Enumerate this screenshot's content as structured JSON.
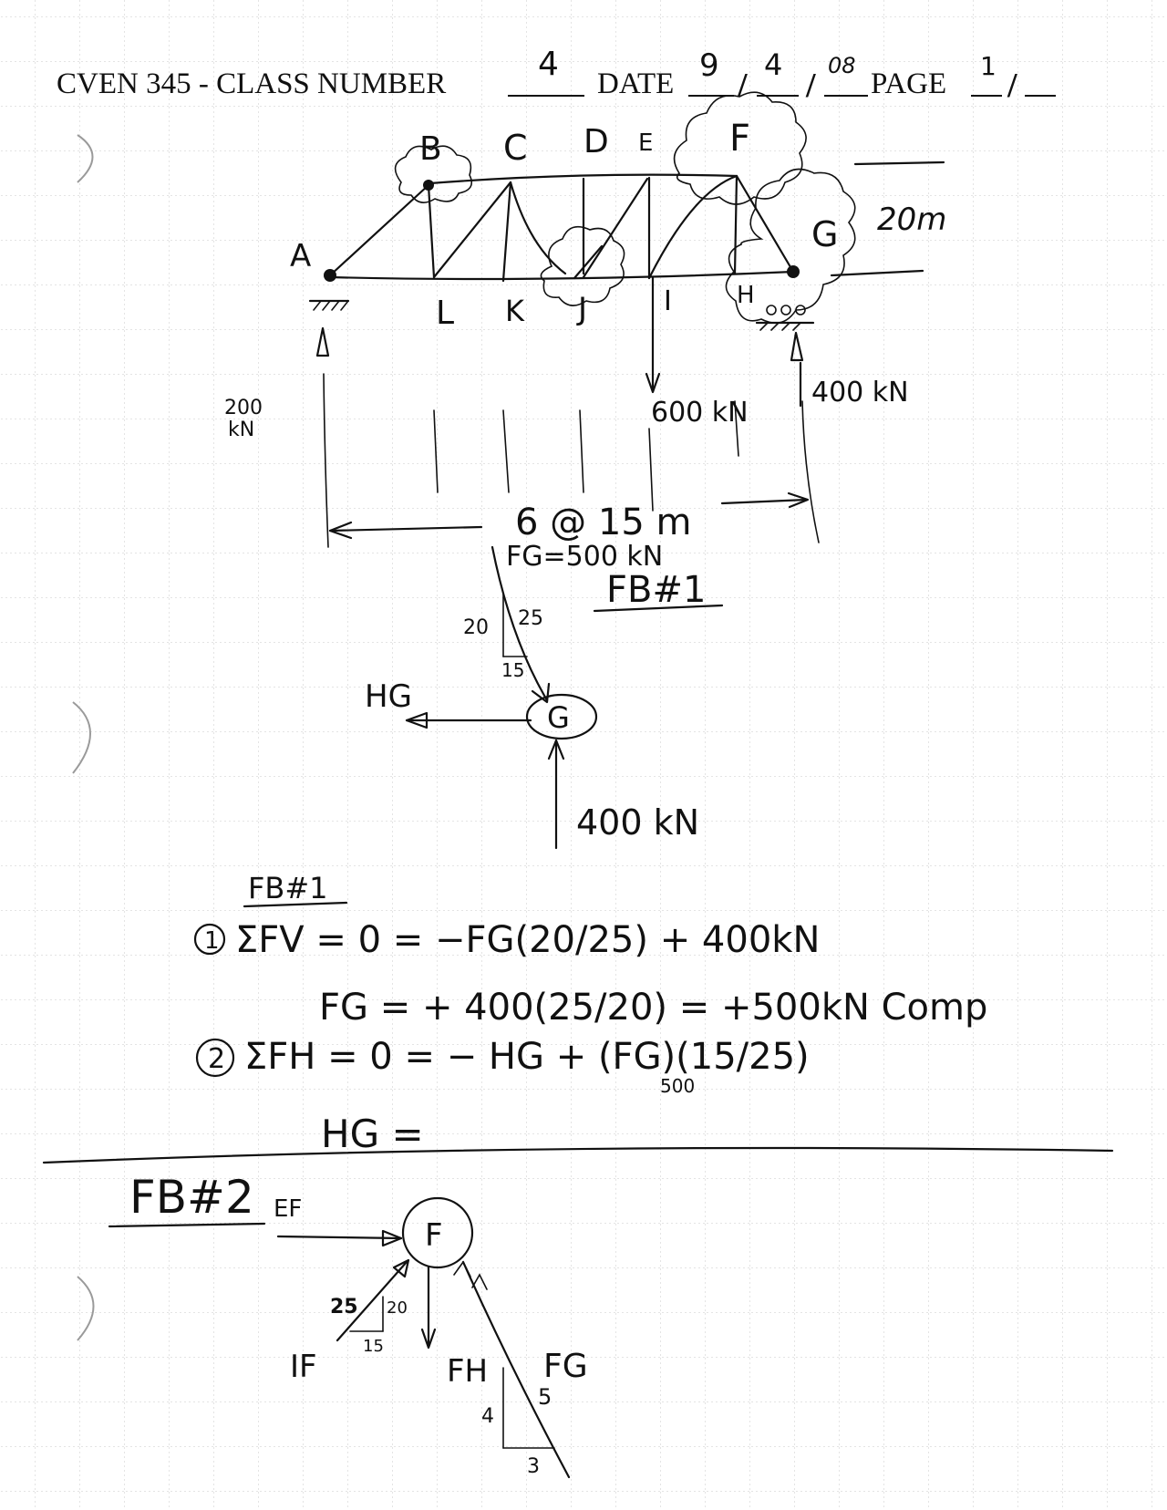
{
  "header": {
    "course_label": "CVEN 345 - CLASS NUMBER",
    "class_number": "4",
    "date_label": "DATE",
    "date_month": "9",
    "date_day": "4",
    "date_year": "08",
    "page_label": "PAGE",
    "page_number": "1",
    "page_total": ""
  },
  "truss": {
    "node_labels": [
      "A",
      "B",
      "C",
      "D",
      "E",
      "F",
      "G",
      "H",
      "I",
      "J",
      "K",
      "L"
    ],
    "span_label": "6 @ 15 m",
    "height_label": "20m",
    "load_label": "600 kN",
    "left_reaction_label": [
      "200",
      "kN"
    ],
    "right_reaction_label": "400 kN",
    "result_label": "FG=500 kN"
  },
  "fb1_diagram": {
    "title": "FB#1",
    "slope_vertical": "20",
    "slope_hyp": "25",
    "slope_horizontal": "15",
    "joint": "G",
    "member_label": "HG",
    "reaction_label": "400 kN"
  },
  "equations": {
    "title": "FB#1",
    "eq1_number": "1",
    "eq1": "ΣFV = 0 = −FG(20/25) + 400kN",
    "eq1b": "FG = + 400(25/20) = +500kN Comp",
    "eq2_number": "2",
    "eq2": "ΣFH = 0 = − HG + (FG)(15/25)",
    "eq2_sub": "500",
    "eq3": "HG ="
  },
  "fb2_diagram": {
    "title": "FB#2",
    "joint": "F",
    "member_ef": "EF",
    "member_if": "IF",
    "member_fh": "FH",
    "member_fg": "FG",
    "slope_if": [
      "25",
      "20",
      "15"
    ],
    "slope_fg": [
      "5",
      "4",
      "3"
    ]
  }
}
